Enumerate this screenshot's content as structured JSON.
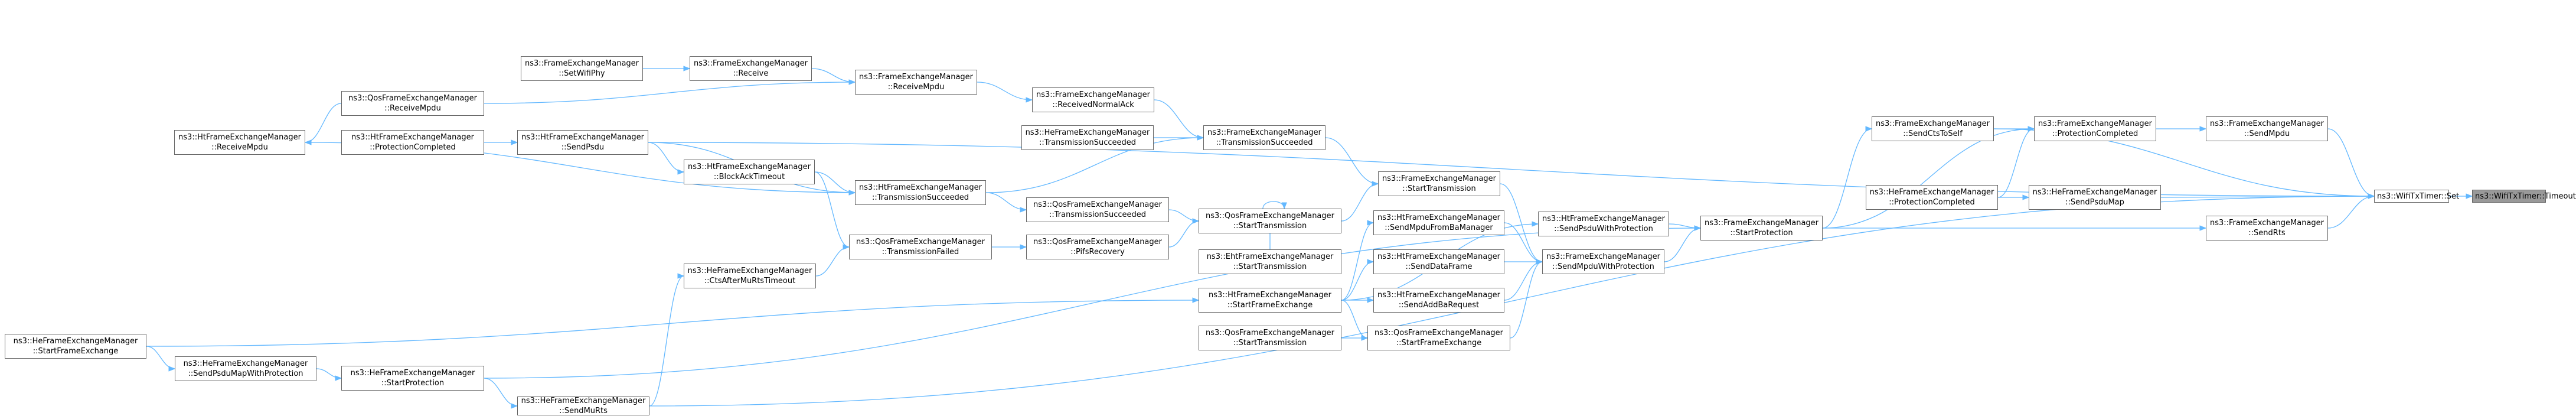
{
  "graph": {
    "nodes": {
      "wtt_timeout": {
        "lines": [
          "ns3::WifiTxTimer::Timeout"
        ],
        "target": true
      },
      "wtt_set": {
        "lines": [
          "ns3::WifiTxTimer::Set"
        ]
      },
      "fem_sendmpdu": {
        "lines": [
          "ns3::FrameExchangeManager",
          "::SendMpdu"
        ]
      },
      "hefem_sendpsdumap": {
        "lines": [
          "ns3::HeFrameExchangeManager",
          "::SendPsduMap"
        ]
      },
      "fem_sendrts": {
        "lines": [
          "ns3::FrameExchangeManager",
          "::SendRts"
        ]
      },
      "fem_protcompleted": {
        "lines": [
          "ns3::FrameExchangeManager",
          "::ProtectionCompleted"
        ]
      },
      "fem_sendctstoself": {
        "lines": [
          "ns3::FrameExchangeManager",
          "::SendCtsToSelf"
        ]
      },
      "hefem_protcompleted": {
        "lines": [
          "ns3::HeFrameExchangeManager",
          "::ProtectionCompleted"
        ]
      },
      "fem_startprotection": {
        "lines": [
          "ns3::FrameExchangeManager",
          "::StartProtection"
        ]
      },
      "htfem_sendpsduwithprot": {
        "lines": [
          "ns3::HtFrameExchangeManager",
          "::SendPsduWithProtection"
        ]
      },
      "fem_sendmpduwithprot": {
        "lines": [
          "ns3::FrameExchangeManager",
          "::SendMpduWithProtection"
        ]
      },
      "fem_starttransmission": {
        "lines": [
          "ns3::FrameExchangeManager",
          "::StartTransmission"
        ]
      },
      "fem_transsucceeded": {
        "lines": [
          "ns3::FrameExchangeManager",
          "::TransmissionSucceeded"
        ]
      },
      "htfem_sendmpdufrombam": {
        "lines": [
          "ns3::HtFrameExchangeManager",
          "::SendMpduFromBaManager"
        ]
      },
      "htfem_senddataframe": {
        "lines": [
          "ns3::HtFrameExchangeManager",
          "::SendDataFrame"
        ]
      },
      "htfem_sendaddbareq": {
        "lines": [
          "ns3::HtFrameExchangeManager",
          "::SendAddBaRequest"
        ]
      },
      "qosfem_startframeexchange": {
        "lines": [
          "ns3::QosFrameExchangeManager",
          "::StartFrameExchange"
        ]
      },
      "fem_receivedna": {
        "lines": [
          "ns3::FrameExchangeManager",
          "::ReceivedNormalAck"
        ]
      },
      "hefem_transsucceeded": {
        "lines": [
          "ns3::HeFrameExchangeManager",
          "::TransmissionSucceeded"
        ]
      },
      "qosfem_starttransmission": {
        "lines": [
          "ns3::QosFrameExchangeManager",
          "::StartTransmission"
        ]
      },
      "qosfem_transsucceeded": {
        "lines": [
          "ns3::QosFrameExchangeManager",
          "::TransmissionSucceeded"
        ]
      },
      "qosfem_pifsrecovery": {
        "lines": [
          "ns3::QosFrameExchangeManager",
          "::PifsRecovery"
        ]
      },
      "ehtfem_starttransmission": {
        "lines": [
          "ns3::EhtFrameExchangeManager",
          "::StartTransmission"
        ]
      },
      "htfem_startframeexchange": {
        "lines": [
          "ns3::HtFrameExchangeManager",
          "::StartFrameExchange"
        ]
      },
      "qosfem_starttransmission2": {
        "lines": [
          "ns3::QosFrameExchangeManager",
          "::StartTransmission"
        ]
      },
      "fem_receivempdu": {
        "lines": [
          "ns3::FrameExchangeManager",
          "::ReceiveMpdu"
        ]
      },
      "fem_receive": {
        "lines": [
          "ns3::FrameExchangeManager",
          "::Receive"
        ]
      },
      "fem_setwifiphy": {
        "lines": [
          "ns3::FrameExchangeManager",
          "::SetWifiPhy"
        ]
      },
      "htfem_transsucceeded": {
        "lines": [
          "ns3::HtFrameExchangeManager",
          "::TransmissionSucceeded"
        ]
      },
      "qosfem_transfailed": {
        "lines": [
          "ns3::QosFrameExchangeManager",
          "::TransmissionFailed"
        ]
      },
      "htfem_blockacktimeout": {
        "lines": [
          "ns3::HtFrameExchangeManager",
          "::BlockAckTimeout"
        ]
      },
      "hefem_ctsaftermurtstimeout": {
        "lines": [
          "ns3::HeFrameExchangeManager",
          "::CtsAfterMuRtsTimeout"
        ]
      },
      "htfem_sendpsdu": {
        "lines": [
          "ns3::HtFrameExchangeManager",
          "::SendPsdu"
        ]
      },
      "qosfem_receivempdu": {
        "lines": [
          "ns3::QosFrameExchangeManager",
          "::ReceiveMpdu"
        ]
      },
      "htfem_protcompleted": {
        "lines": [
          "ns3::HtFrameExchangeManager",
          "::ProtectionCompleted"
        ]
      },
      "htfem_receivempdu": {
        "lines": [
          "ns3::HtFrameExchangeManager",
          "::ReceiveMpdu"
        ]
      },
      "hefem_startprotection": {
        "lines": [
          "ns3::HeFrameExchangeManager",
          "::StartProtection"
        ]
      },
      "hefem_sendmurts": {
        "lines": [
          "ns3::HeFrameExchangeManager",
          "::SendMuRts"
        ]
      },
      "hefem_sendpsdumapwithprot": {
        "lines": [
          "ns3::HeFrameExchangeManager",
          "::SendPsduMapWithProtection"
        ]
      },
      "hefem_startframeexchange": {
        "lines": [
          "ns3::HeFrameExchangeManager",
          "::StartFrameExchange"
        ]
      }
    },
    "edges": [
      [
        "wtt_set",
        "wtt_timeout"
      ],
      [
        "fem_sendmpdu",
        "wtt_set"
      ],
      [
        "hefem_sendpsdumap",
        "wtt_set"
      ],
      [
        "fem_sendrts",
        "wtt_set"
      ],
      [
        "htfem_sendpsdu",
        "wtt_set"
      ],
      [
        "hefem_sendmurts",
        "wtt_set"
      ],
      [
        "fem_sendctstoself",
        "wtt_set"
      ],
      [
        "fem_protcompleted",
        "fem_sendmpdu"
      ],
      [
        "hefem_protcompleted",
        "hefem_sendpsdumap"
      ],
      [
        "fem_startprotection",
        "fem_sendrts"
      ],
      [
        "fem_sendctstoself",
        "fem_protcompleted"
      ],
      [
        "hefem_protcompleted",
        "fem_protcompleted"
      ],
      [
        "fem_startprotection",
        "fem_protcompleted"
      ],
      [
        "fem_startprotection",
        "fem_sendctstoself"
      ],
      [
        "htfem_sendpsduwithprot",
        "fem_startprotection"
      ],
      [
        "fem_sendmpduwithprot",
        "fem_startprotection"
      ],
      [
        "hefem_startprotection",
        "fem_startprotection"
      ],
      [
        "fem_starttransmission",
        "fem_sendmpduwithprot"
      ],
      [
        "htfem_sendmpdufrombam",
        "fem_sendmpduwithprot"
      ],
      [
        "htfem_senddataframe",
        "fem_sendmpduwithprot"
      ],
      [
        "htfem_sendaddbareq",
        "fem_sendmpduwithprot"
      ],
      [
        "qosfem_startframeexchange",
        "fem_sendmpduwithprot"
      ],
      [
        "htfem_startframeexchange",
        "htfem_sendpsduwithprot"
      ],
      [
        "fem_transsucceeded",
        "fem_starttransmission"
      ],
      [
        "qosfem_starttransmission",
        "fem_starttransmission"
      ],
      [
        "htfem_startframeexchange",
        "htfem_sendmpdufrombam"
      ],
      [
        "htfem_startframeexchange",
        "htfem_senddataframe"
      ],
      [
        "htfem_startframeexchange",
        "htfem_sendaddbareq"
      ],
      [
        "qosfem_starttransmission2",
        "qosfem_startframeexchange"
      ],
      [
        "htfem_startframeexchange",
        "qosfem_startframeexchange"
      ],
      [
        "fem_receivedna",
        "fem_transsucceeded"
      ],
      [
        "hefem_transsucceeded",
        "fem_transsucceeded"
      ],
      [
        "htfem_transsucceeded",
        "fem_transsucceeded"
      ],
      [
        "fem_receivempdu",
        "fem_receivedna"
      ],
      [
        "qosfem_transsucceeded",
        "qosfem_starttransmission"
      ],
      [
        "qosfem_pifsrecovery",
        "qosfem_starttransmission"
      ],
      [
        "ehtfem_starttransmission",
        "qosfem_starttransmission"
      ],
      [
        "qosfem_starttransmission",
        "qosfem_starttransmission"
      ],
      [
        "htfem_transsucceeded",
        "qosfem_transsucceeded"
      ],
      [
        "qosfem_transfailed",
        "qosfem_pifsrecovery"
      ],
      [
        "fem_receive",
        "fem_receivempdu"
      ],
      [
        "qosfem_receivempdu",
        "fem_receivempdu"
      ],
      [
        "fem_setwifiphy",
        "fem_receive"
      ],
      [
        "htfem_sendpsdu",
        "htfem_transsucceeded"
      ],
      [
        "htfem_blockacktimeout",
        "htfem_transsucceeded"
      ],
      [
        "htfem_receivempdu",
        "htfem_transsucceeded"
      ],
      [
        "htfem_blockacktimeout",
        "qosfem_transfailed"
      ],
      [
        "hefem_ctsaftermurtstimeout",
        "qosfem_transfailed"
      ],
      [
        "htfem_sendpsdu",
        "htfem_blockacktimeout"
      ],
      [
        "hefem_sendmurts",
        "hefem_ctsaftermurtstimeout"
      ],
      [
        "htfem_protcompleted",
        "htfem_sendpsdu"
      ],
      [
        "qosfem_receivempdu",
        "htfem_receivempdu"
      ],
      [
        "hefem_startframeexchange",
        "htfem_startframeexchange"
      ],
      [
        "hefem_sendpsdumapwithprot",
        "hefem_startprotection"
      ],
      [
        "hefem_startprotection",
        "hefem_sendmurts"
      ],
      [
        "hefem_startframeexchange",
        "hefem_sendpsdumapwithprot"
      ]
    ]
  },
  "colors": {
    "edge": "#63b8ff",
    "node_border": "#666666",
    "node_fill": "#ffffff",
    "target_fill": "#999999"
  }
}
